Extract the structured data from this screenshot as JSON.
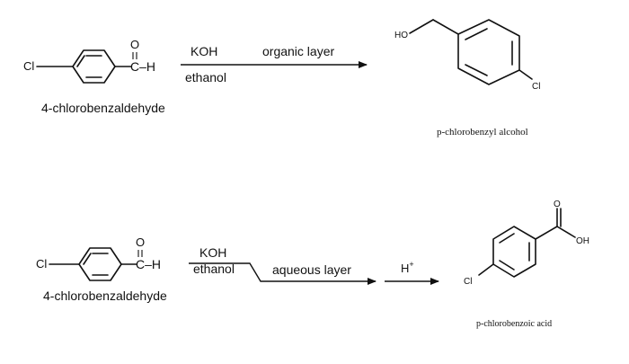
{
  "reaction1": {
    "reactant_name": "4-chlorobenzaldehyde",
    "reactant_cl": "Cl",
    "reactant_o": "O",
    "reactant_ch": "C–H",
    "reagent_top": "KOH",
    "reagent_bottom": "ethanol",
    "workup": "organic layer",
    "product_name": "p-chlorobenzyl alcohol",
    "product_ho": "HO",
    "product_cl": "Cl"
  },
  "reaction2": {
    "reactant_name": "4-chlorobenzaldehyde",
    "reactant_cl": "Cl",
    "reactant_o": "O",
    "reactant_ch": "C–H",
    "reagent_top": "KOH",
    "reagent_bottom": "ethanol",
    "workup": "aqueous layer",
    "acid": "H",
    "acid_sup": "+",
    "product_name": "p-chlorobenzoic acid",
    "product_o": "O",
    "product_oh": "OH",
    "product_cl": "Cl"
  }
}
